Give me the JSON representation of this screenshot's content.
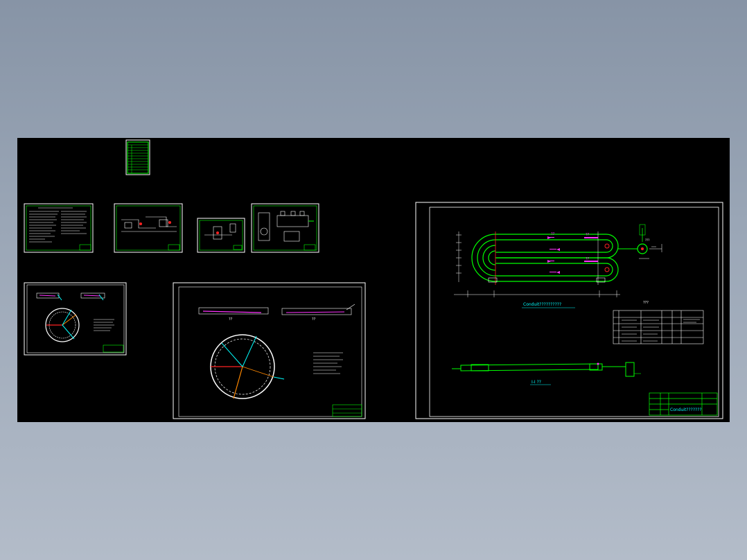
{
  "viewer": {
    "background_color": "#8c98aa",
    "canvas_color": "#000000"
  },
  "sheets": {
    "main": {
      "title_plan": "Conduit??????????",
      "title_section": "I-I ??",
      "label_left_roll": "??",
      "label_right_top": "??",
      "label_right_bottom": "??",
      "label_manhole": "???",
      "material_table_title": "???",
      "title_block_code": "Conduit???????"
    },
    "circle_sheet": {
      "label_plan": "??",
      "label_section": "??"
    }
  },
  "colors": {
    "green": "#00ff00",
    "white": "#ffffff",
    "magenta": "#ff33ff",
    "cyan": "#00ffff",
    "red": "#ff2020",
    "orange": "#ff8800"
  }
}
